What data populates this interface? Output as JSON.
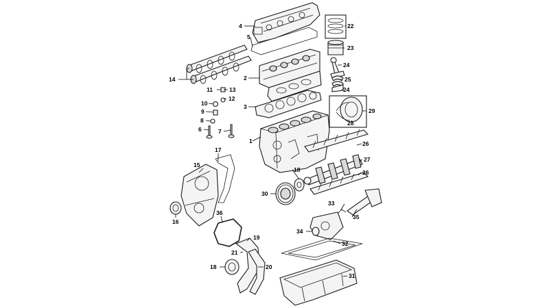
{
  "callouts": [
    {
      "id": "c1",
      "label": "1"
    },
    {
      "id": "c2",
      "label": "2"
    },
    {
      "id": "c3",
      "label": "3"
    },
    {
      "id": "c4",
      "label": "4"
    },
    {
      "id": "c5",
      "label": "5"
    },
    {
      "id": "c6",
      "label": "6"
    },
    {
      "id": "c7",
      "label": "7"
    },
    {
      "id": "c8",
      "label": "8"
    },
    {
      "id": "c9",
      "label": "9"
    },
    {
      "id": "c10",
      "label": "10"
    },
    {
      "id": "c11",
      "label": "11"
    },
    {
      "id": "c12",
      "label": "12"
    },
    {
      "id": "c13",
      "label": "13"
    },
    {
      "id": "c14",
      "label": "14"
    },
    {
      "id": "c15",
      "label": "15"
    },
    {
      "id": "c16",
      "label": "16"
    },
    {
      "id": "c17",
      "label": "17"
    },
    {
      "id": "c18a",
      "label": "18"
    },
    {
      "id": "c18b",
      "label": "18"
    },
    {
      "id": "c19",
      "label": "19"
    },
    {
      "id": "c20",
      "label": "20"
    },
    {
      "id": "c21",
      "label": "21"
    },
    {
      "id": "c22",
      "label": "22"
    },
    {
      "id": "c23",
      "label": "23"
    },
    {
      "id": "c24a",
      "label": "24"
    },
    {
      "id": "c24b",
      "label": "24"
    },
    {
      "id": "c25",
      "label": "25"
    },
    {
      "id": "c26a",
      "label": "26"
    },
    {
      "id": "c26b",
      "label": "26"
    },
    {
      "id": "c27",
      "label": "27"
    },
    {
      "id": "c28",
      "label": "28"
    },
    {
      "id": "c29",
      "label": "29"
    },
    {
      "id": "c30",
      "label": "30"
    },
    {
      "id": "c31",
      "label": "31"
    },
    {
      "id": "c32",
      "label": "32"
    },
    {
      "id": "c33",
      "label": "33"
    },
    {
      "id": "c34",
      "label": "34"
    },
    {
      "id": "c35",
      "label": "35"
    },
    {
      "id": "c36",
      "label": "36"
    }
  ]
}
